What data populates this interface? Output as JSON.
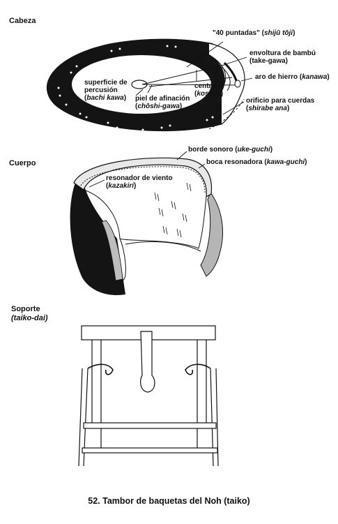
{
  "sections": {
    "head": "Cabeza",
    "body": "Cuerpo",
    "stand": "Soporte",
    "stand_jp": "(taiko-dai)"
  },
  "labels": {
    "stitches": {
      "text": "\"40 puntadas\" (",
      "jp": "shijū tōji",
      "close": ")"
    },
    "bamboo": {
      "line1": "envoltura de bambú",
      "line2": "(take-gawa)"
    },
    "iron_ring": {
      "text": "aro de hierro (",
      "jp": "kanawa",
      "close": ")"
    },
    "surface": {
      "line1": "superficie de",
      "line2": "percusión",
      "line3_open": "(",
      "jp": "bachi kawa",
      "close": ")"
    },
    "center": {
      "line1": "centro",
      "open": "(",
      "jp": "koshiki",
      "close": ")"
    },
    "tuning": {
      "line1": "piel de afinación",
      "open": "(",
      "jp": "chōshi-gawa",
      "close": ")"
    },
    "cord_hole": {
      "line1": "orificio para cuerdas",
      "open": "(",
      "jp": "shirabe ana",
      "close": ")"
    },
    "rim": {
      "text": "borde sonoro (",
      "jp": "uke-guchi",
      "close": ")"
    },
    "mouth": {
      "text": "boca resonadora (",
      "jp": "kawa-guchi",
      "close": ")"
    },
    "resonator": {
      "line1": "resonador de viento",
      "open": "(",
      "jp": "kazakiri",
      "close": ")"
    }
  },
  "caption": "52. Tambor de baquetas del Noh (taiko)"
}
